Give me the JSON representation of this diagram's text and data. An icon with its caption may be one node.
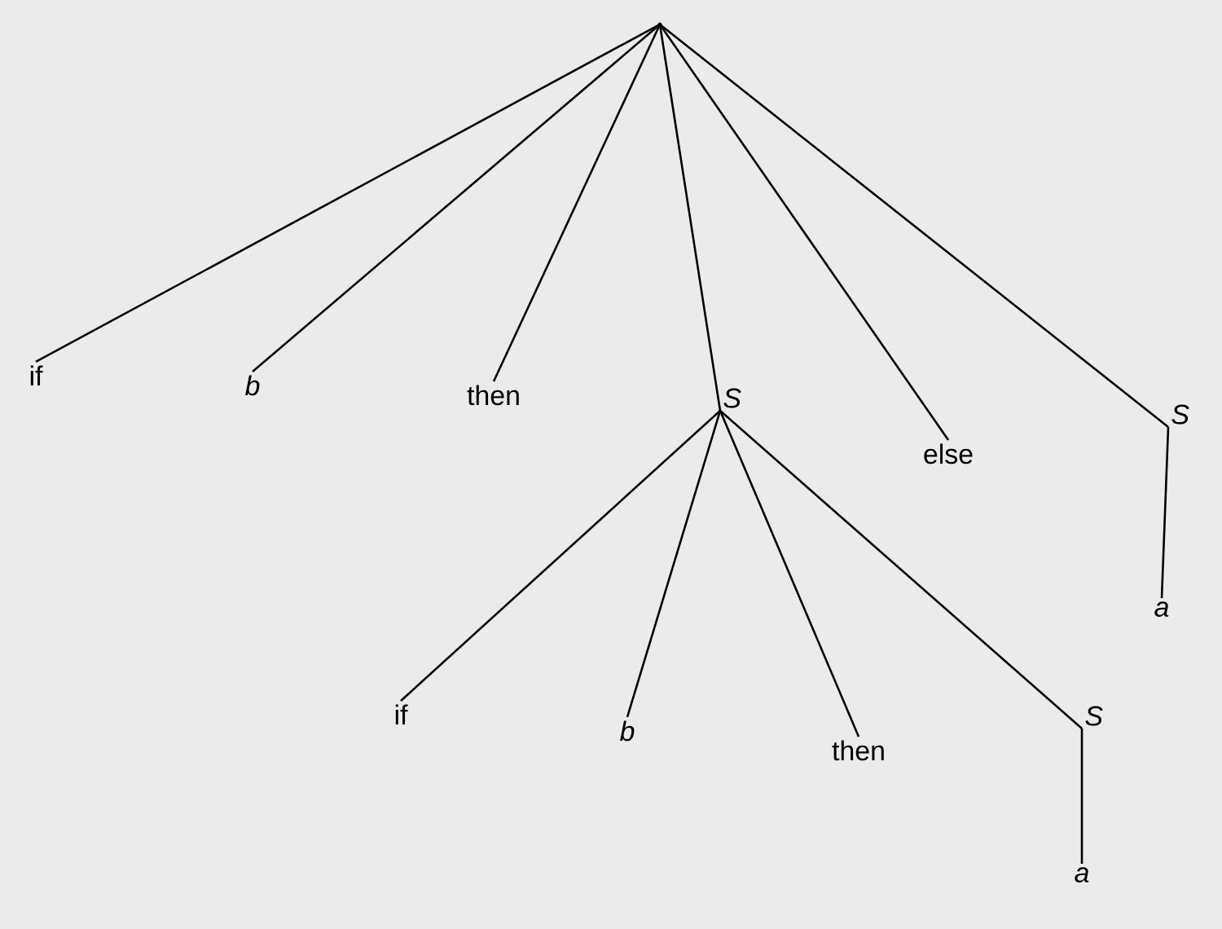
{
  "diagram": {
    "nodes": [
      {
        "text": [],
        "shape": "point"
      },
      {
        "text": [
          "if"
        ]
      },
      {
        "text": [
          "b"
        ]
      },
      {
        "text": [
          "then"
        ]
      },
      {
        "text": [
          "S"
        ]
      },
      {
        "text": [
          "else"
        ]
      },
      {
        "text": [
          "S"
        ]
      },
      {
        "text": [
          "if"
        ]
      },
      {
        "text": [
          "b"
        ]
      },
      {
        "text": [
          "then"
        ]
      },
      {
        "text": [
          "S"
        ]
      },
      {
        "text": [
          "a"
        ]
      },
      {
        "text": [
          "a"
        ]
      }
    ],
    "edges": [
      {
        "from": 0,
        "to": 1,
        "arrow": "none"
      },
      {
        "from": 0,
        "to": 2,
        "arrow": "none"
      },
      {
        "from": 0,
        "to": 3,
        "arrow": "none"
      },
      {
        "from": 0,
        "to": 4,
        "arrow": "none"
      },
      {
        "from": 0,
        "to": 5,
        "arrow": "none"
      },
      {
        "from": 0,
        "to": 6,
        "arrow": "none"
      },
      {
        "from": 4,
        "to": 7,
        "arrow": "none"
      },
      {
        "from": 4,
        "to": 8,
        "arrow": "none"
      },
      {
        "from": 4,
        "to": 9,
        "arrow": "none"
      },
      {
        "from": 4,
        "to": 10,
        "arrow": "none"
      },
      {
        "from": 6,
        "to": 11,
        "arrow": "none"
      },
      {
        "from": 10,
        "to": 12,
        "arrow": "none"
      }
    ]
  }
}
